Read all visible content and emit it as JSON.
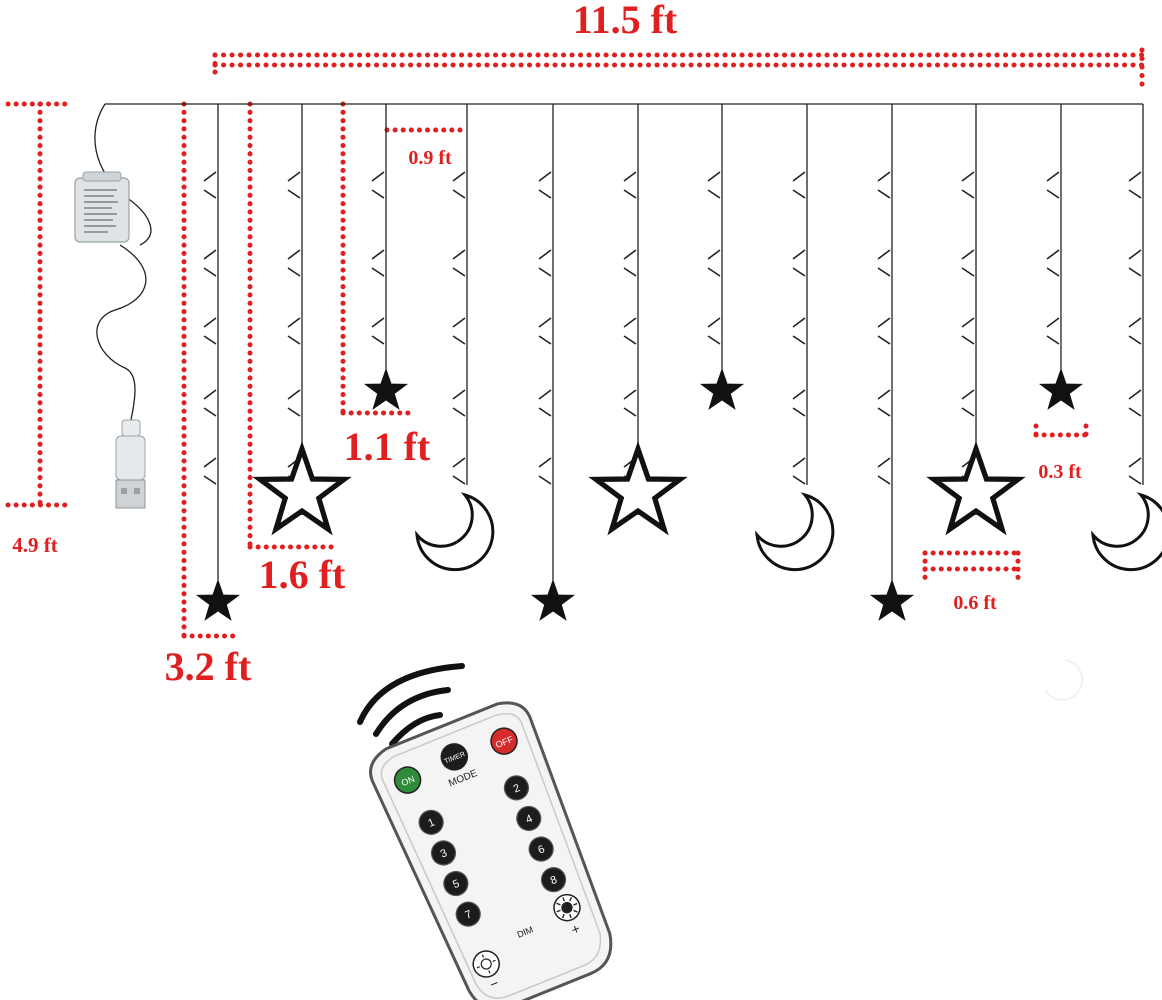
{
  "measurements": {
    "total_width": "11.5 ft",
    "total_height": "4.9 ft",
    "longest_strand": "3.2 ft",
    "medium_strand": "1.6 ft",
    "short_strand": "1.1 ft",
    "strand_spacing": "0.9 ft",
    "small_star_size": "0.3 ft",
    "large_star_size": "0.6 ft"
  },
  "remote": {
    "button_on": "ON",
    "button_timer": "TIMER",
    "button_off": "OFF",
    "mode_label": "MODE",
    "dim_label": "DIM",
    "plus_label": "+",
    "minus_label": "−",
    "number_keys": [
      "1",
      "2",
      "3",
      "4",
      "5",
      "6",
      "7",
      "8"
    ]
  },
  "icons": {
    "ornaments": [
      "filled-star-icon",
      "outline-star-icon",
      "crescent-moon-icon"
    ],
    "controller": "battery-box-icon",
    "plug": "usb-plug-icon",
    "signal": "signal-waves-icon"
  },
  "colors": {
    "dimension": "#e02020",
    "wire": "#222222",
    "remote_on": "#2e8b3a",
    "remote_off": "#d42b2b",
    "remote_body": "#f2f2f2",
    "remote_key": "#1c1c1c"
  }
}
